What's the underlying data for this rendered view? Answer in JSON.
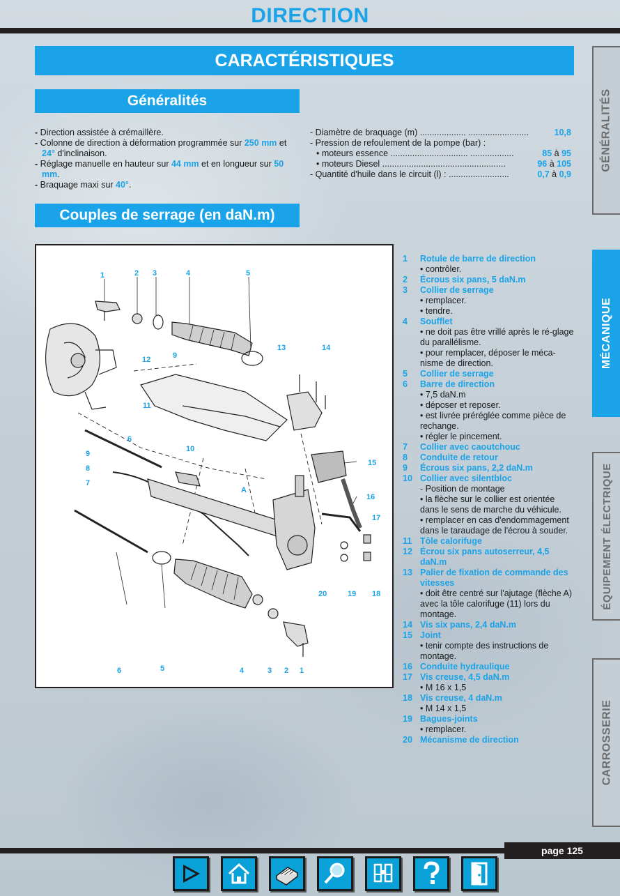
{
  "page_title": "DIRECTION",
  "banner_main": "CARACTÉRISTIQUES",
  "banner_sub": "Généralités",
  "banner_couples": "Couples de serrage (en daN.m)",
  "generalites_left": {
    "l1": "Direction assistée à crémaillère.",
    "l2a": "Colonne de direction à déformation programmée sur ",
    "l2b": "250 mm",
    "l2c": " et ",
    "l2d": "24°",
    "l2e": " d'inclinaison.",
    "l3a": "Réglage manuelle en hauteur sur ",
    "l3b": "44 mm",
    "l3c": " et en longueur sur ",
    "l3d": "50 mm",
    "l3e": ".",
    "l4a": "Braquage maxi sur ",
    "l4b": "40°",
    "l4c": "."
  },
  "generalites_right": {
    "r1_label": "- Diamètre de braquage (m) ................... .........................",
    "r1_value": "10,8",
    "r2": "- Pression de refoulement de la pompe (bar) :",
    "r3_label": "• moteurs essence ................................ ..................",
    "r3_v1": "85",
    "r3_sep": " à ",
    "r3_v2": "95",
    "r4_label": "• moteurs Diesel ...................................................",
    "r4_v1": "96",
    "r4_sep": " à ",
    "r4_v2": "105",
    "r5_label": "- Quantité d'huile dans le circuit (l) : .........................",
    "r5_v1": "0,7",
    "r5_sep": " à ",
    "r5_v2": "0,9"
  },
  "diagram_labels": {
    "top": [
      "1",
      "2",
      "3",
      "4",
      "5"
    ],
    "n12": "12",
    "n9a": "9",
    "n11": "11",
    "n13": "13",
    "n14": "14",
    "n6": "6",
    "n10": "10",
    "n9b": "9",
    "n8": "8",
    "n7": "7",
    "n15": "15",
    "nA": "A",
    "n16": "16",
    "n17": "17",
    "n20": "20",
    "n19": "19",
    "n18": "18",
    "bottom": [
      "6",
      "5",
      "4",
      "3",
      "2",
      "1"
    ]
  },
  "legend": [
    {
      "num": "1",
      "title": "Rotule de barre de direction",
      "notes": [
        "• contrôler."
      ]
    },
    {
      "num": "2",
      "title": "Écrous six pans, 5 daN.m",
      "notes": []
    },
    {
      "num": "3",
      "title": "Collier de serrage",
      "notes": [
        "• remplacer.",
        "• tendre."
      ]
    },
    {
      "num": "4",
      "title": "Soufflet",
      "notes": [
        "• ne doit pas être vrillé après le ré-glage du parallélisme.",
        "• pour remplacer, déposer le méca-nisme de direction."
      ]
    },
    {
      "num": "5",
      "title": "Collier de serrage",
      "notes": []
    },
    {
      "num": "6",
      "title": "Barre de direction",
      "notes": [
        "• 7,5 daN.m",
        "• déposer et reposer.",
        "• est livrée préréglée comme pièce de rechange.",
        "• régler le pincement."
      ]
    },
    {
      "num": "7",
      "title": "Collier avec caoutchouc",
      "notes": []
    },
    {
      "num": "8",
      "title": "Conduite de retour",
      "notes": []
    },
    {
      "num": "9",
      "title": "Écrous six pans, 2,2 daN.m",
      "notes": []
    },
    {
      "num": "10",
      "title": "Collier avec silentbloc",
      "notes": [
        "- Position de montage",
        "• la flèche sur le collier est orientée dans le sens de marche du véhicule.",
        "• remplacer en cas d'endommagement dans le taraudage de l'écrou à souder."
      ]
    },
    {
      "num": "11",
      "title": "Tôle calorifuge",
      "notes": []
    },
    {
      "num": "12",
      "title": "Écrou six pans autoserreur, 4,5 daN.m",
      "notes": []
    },
    {
      "num": "13",
      "title": "Palier de fixation de commande des vitesses",
      "notes": [
        "• doit être centré sur l'ajutage (flèche A) avec la tôle calorifuge (11) lors du montage."
      ]
    },
    {
      "num": "14",
      "title": "Vis six pans, 2,4 daN.m",
      "notes": []
    },
    {
      "num": "15",
      "title": "Joint",
      "notes": [
        "• tenir compte des instructions de montage."
      ]
    },
    {
      "num": "16",
      "title": "Conduite hydraulique",
      "notes": []
    },
    {
      "num": "17",
      "title": "Vis creuse, 4,5 daN.m",
      "notes": [
        "• M 16 x 1,5"
      ]
    },
    {
      "num": "18",
      "title": "Vis creuse, 4 daN.m",
      "notes": [
        "• M 14 x 1,5"
      ]
    },
    {
      "num": "19",
      "title": "Bagues-joints",
      "notes": [
        "• remplacer."
      ]
    },
    {
      "num": "20",
      "title": "Mécanisme de direction",
      "notes": []
    }
  ],
  "side_tabs": [
    "GÉNÉRALITÉS",
    "MÉCANIQUE",
    "ÉQUIPEMENT ÉLECTRIQUE",
    "CARROSSERIE"
  ],
  "active_tab": "MÉCANIQUE",
  "page_number": "page 125",
  "nav_icons": [
    "next-page-icon",
    "home-icon",
    "print-icon",
    "search-icon",
    "binoculars-icon",
    "help-icon",
    "exit-icon"
  ],
  "colors": {
    "accent": "#1aa3e8",
    "dark": "#231f20"
  }
}
